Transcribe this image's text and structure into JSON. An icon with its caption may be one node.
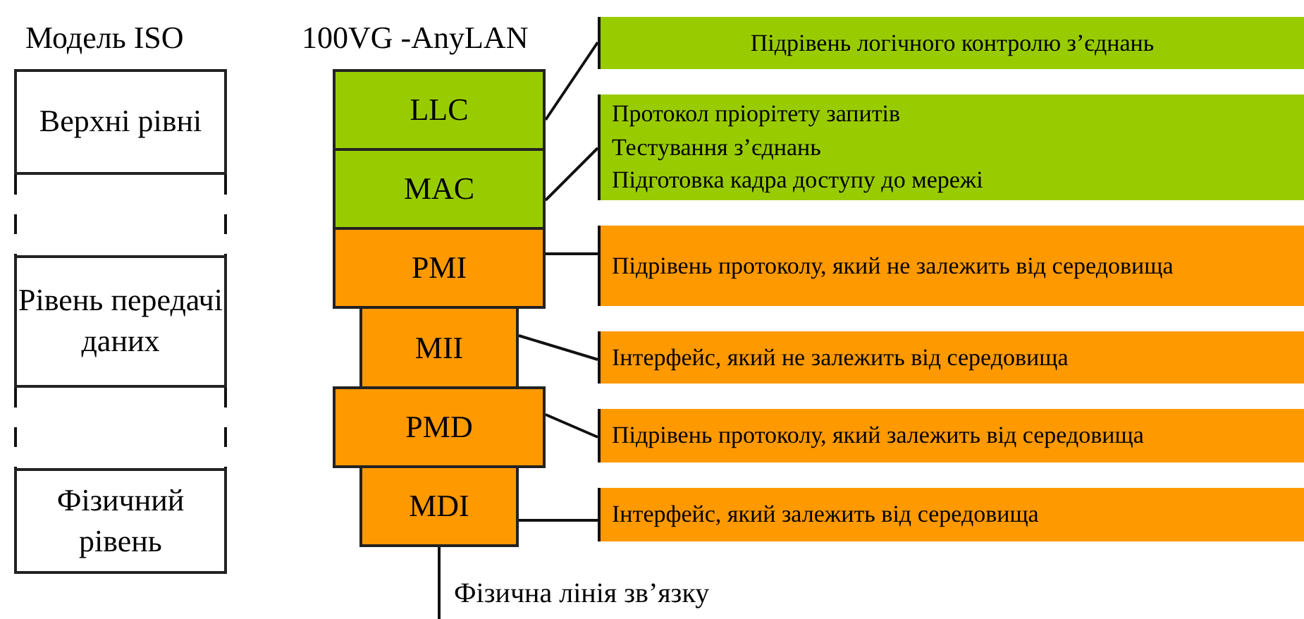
{
  "diagram": {
    "nodes": [
      {
        "text": [
          "Верхні рівні"
        ]
      },
      {
        "text": [
          "Рівень передачі даних"
        ]
      },
      {
        "text": [
          "Фізичний рівень"
        ]
      },
      {
        "text": [
          "LLC"
        ]
      },
      {
        "text": [
          "MAC"
        ]
      },
      {
        "text": [
          "PMI"
        ]
      },
      {
        "text": [
          "MII"
        ]
      },
      {
        "text": [
          "PMD"
        ]
      },
      {
        "text": [
          "MDI"
        ]
      },
      {
        "text": [
          "Підрівень логічного контролю з’єднань"
        ]
      },
      {
        "text": [
          "Протокол пріорітету запитів",
          "Тестування з’єднань",
          "Підготовка кадра доступу до мережі"
        ]
      },
      {
        "text": [
          "Підрівень протоколу, який не залежить від середовища"
        ]
      },
      {
        "text": [
          "Інтерфейс, який не залежить від середовища"
        ]
      },
      {
        "text": [
          "Підрівень протоколу, який залежить від середовища"
        ]
      },
      {
        "text": [
          "Інтерфейс, який залежить від середовища"
        ]
      },
      {
        "text": [
          "Фізична лінія зв’язку"
        ]
      }
    ],
    "edges": [
      {
        "from": 3,
        "to": 9,
        "arrow": "none"
      },
      {
        "from": 4,
        "to": 10,
        "arrow": "none"
      },
      {
        "from": 5,
        "to": 11,
        "arrow": "none"
      },
      {
        "from": 6,
        "to": 12,
        "arrow": "none"
      },
      {
        "from": 7,
        "to": 13,
        "arrow": "none"
      },
      {
        "from": 8,
        "to": 14,
        "arrow": "none"
      },
      {
        "from": 8,
        "to": 15,
        "arrow": "none"
      }
    ],
    "labels": [
      "Модель ISO",
      "100VG -AnyLAN"
    ]
  }
}
